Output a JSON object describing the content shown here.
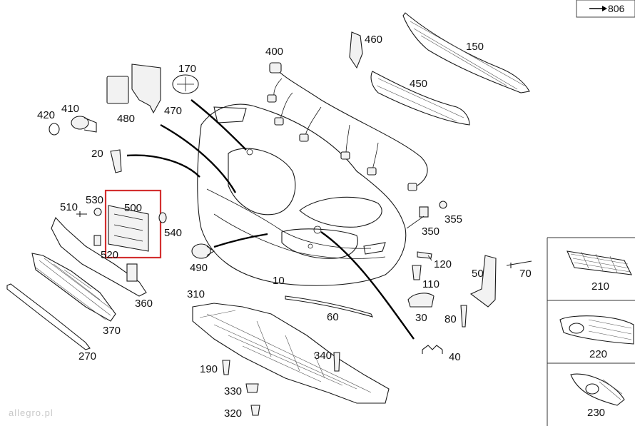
{
  "reference_box": {
    "label": "806",
    "arrow_color": "#000000"
  },
  "highlight": {
    "part": "500",
    "color": "#d32f2f"
  },
  "watermark": "allegro.pl",
  "parts": {
    "p10": "10",
    "p20": "20",
    "p30": "30",
    "p40": "40",
    "p50": "50",
    "p60": "60",
    "p70": "70",
    "p80": "80",
    "p110": "110",
    "p120": "120",
    "p150": "150",
    "p170": "170",
    "p190": "190",
    "p210": "210",
    "p220": "220",
    "p230": "230",
    "p270": "270",
    "p310": "310",
    "p320": "320",
    "p330": "330",
    "p340": "340",
    "p350": "350",
    "p355": "355",
    "p360": "360",
    "p370": "370",
    "p400": "400",
    "p410": "410",
    "p420": "420",
    "p450": "450",
    "p460": "460",
    "p470": "470",
    "p480": "480",
    "p490": "490",
    "p500": "500",
    "p510": "510",
    "p520": "520",
    "p530": "530",
    "p540": "540"
  },
  "side_panel": {
    "items": [
      "210",
      "220",
      "230"
    ]
  }
}
